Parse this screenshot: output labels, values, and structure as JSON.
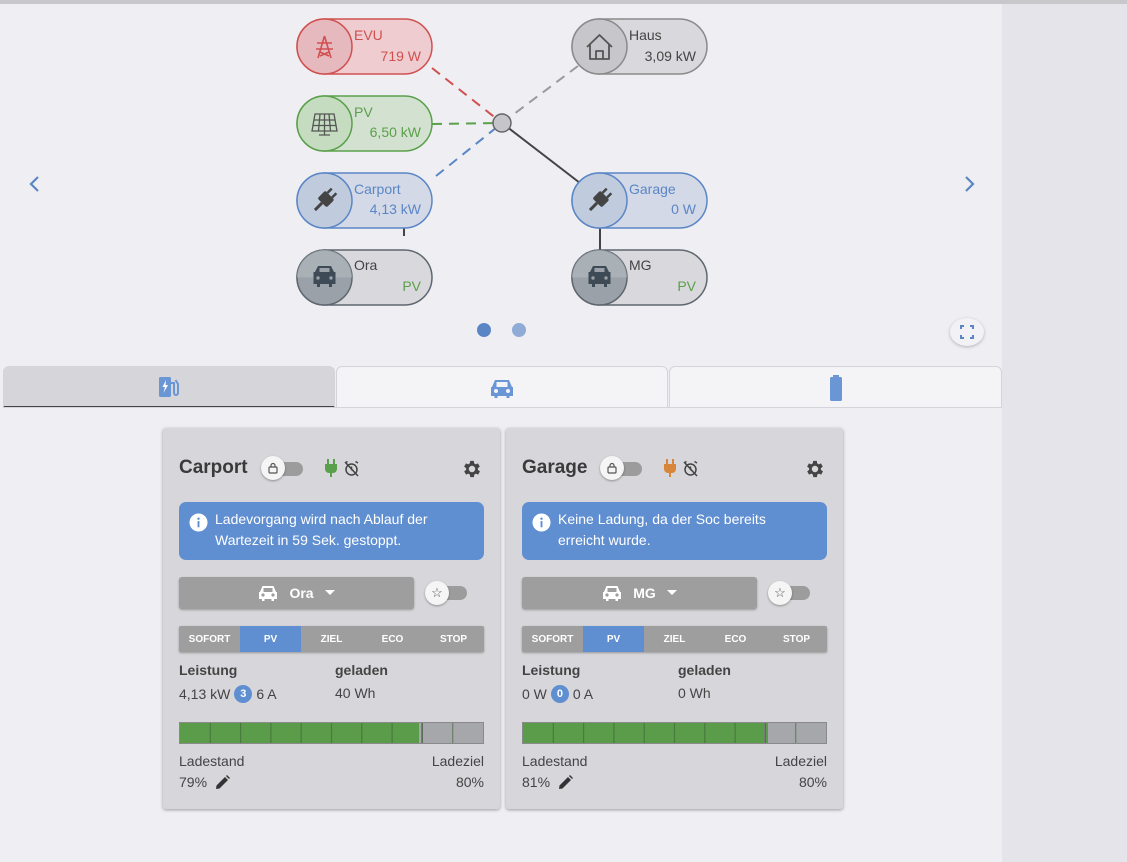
{
  "flow": {
    "nodes": [
      {
        "id": "evu",
        "label": "EVU",
        "value": "719 W",
        "icon": "power-pylon-icon",
        "color": "#d05050"
      },
      {
        "id": "haus",
        "label": "Haus",
        "value": "3,09 kW",
        "icon": "house-icon",
        "color": "#444444"
      },
      {
        "id": "pv",
        "label": "PV",
        "value": "6,50 kW",
        "icon": "solar-panel-icon",
        "color": "#5aa04a"
      },
      {
        "id": "carport",
        "label": "Carport",
        "value": "4,13 kW",
        "icon": "ev-plug-icon",
        "color": "#5b86c6"
      },
      {
        "id": "garage",
        "label": "Garage",
        "value": "0 W",
        "icon": "ev-plug-icon",
        "color": "#5b86c6"
      },
      {
        "id": "ora",
        "label": "Ora",
        "value": "PV",
        "icon": "car-icon",
        "color": "#5aa04a"
      },
      {
        "id": "mg",
        "label": "MG",
        "value": "PV",
        "icon": "car-icon",
        "color": "#5aa04a"
      }
    ],
    "prev_icon": "chevron-left-icon",
    "next_icon": "chevron-right-icon",
    "page_count": 2,
    "active_page": 1,
    "fullscreen_icon": "fullscreen-icon"
  },
  "tabs": [
    {
      "icon": "charging-station-icon",
      "active": true
    },
    {
      "icon": "car-icon",
      "active": false
    },
    {
      "icon": "battery-icon",
      "active": false
    }
  ],
  "cards": [
    {
      "title": "Carport",
      "lock_icon": "lock-icon",
      "plug_color": "#5aa04a",
      "timer_icon": "alarm-off-icon",
      "settings_icon": "gear-icon",
      "message": "Ladevorgang wird nach Ablauf der Wartezeit in 59 Sek. gestoppt.",
      "vehicle": "Ora",
      "modes": [
        "SOFORT",
        "PV",
        "ZIEL",
        "ECO",
        "STOP"
      ],
      "active_mode": "PV",
      "power_label": "Leistung",
      "power_value": "4,13 kW",
      "phases": "3",
      "current": "6 A",
      "charged_label": "geladen",
      "charged_value": "40 Wh",
      "soc_label": "Ladestand",
      "soc_value": "79%",
      "soc_percent": 79,
      "target_label": "Ladeziel",
      "target_value": "80%",
      "target_percent": 80
    },
    {
      "title": "Garage",
      "lock_icon": "lock-icon",
      "plug_color": "#d8873a",
      "timer_icon": "alarm-off-icon",
      "settings_icon": "gear-icon",
      "message": "Keine Ladung, da der Soc bereits erreicht wurde.",
      "vehicle": "MG",
      "modes": [
        "SOFORT",
        "PV",
        "ZIEL",
        "ECO",
        "STOP"
      ],
      "active_mode": "PV",
      "power_label": "Leistung",
      "power_value": "0 W",
      "phases": "0",
      "current": "0 A",
      "charged_label": "geladen",
      "charged_value": "0 Wh",
      "soc_label": "Ladestand",
      "soc_value": "81%",
      "soc_percent": 81,
      "target_label": "Ladeziel",
      "target_value": "80%",
      "target_percent": 80
    }
  ]
}
